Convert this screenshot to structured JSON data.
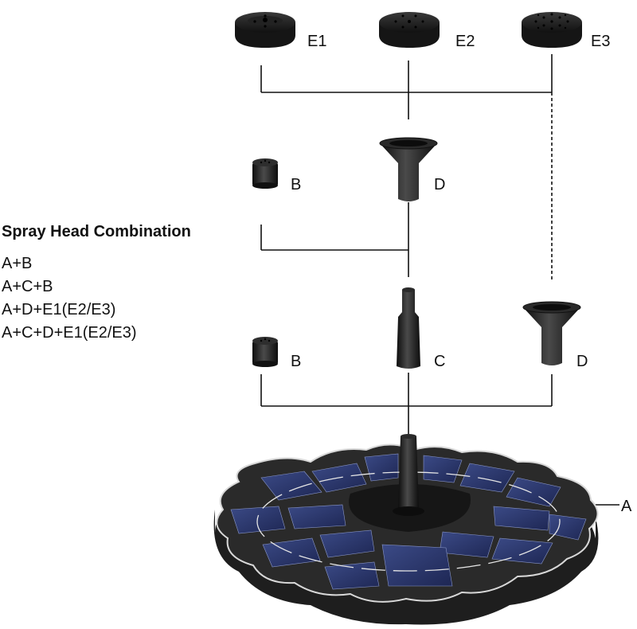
{
  "labels": {
    "e1": "E1",
    "e2": "E2",
    "e3": "E3",
    "b_top": "B",
    "d_top": "D",
    "b_bottom": "B",
    "c": "C",
    "d_bottom": "D",
    "a": "A"
  },
  "combination": {
    "title": "Spray Head Combination",
    "items": [
      "A+B",
      "A+C+B",
      "A+D+E1(E2/E3)",
      "A+C+D+E1(E2/E3)"
    ]
  },
  "colors": {
    "part_dark": "#1a1a1a",
    "panel_blue": "#2e3a6e",
    "base_dark": "#222222",
    "line": "#111111"
  }
}
